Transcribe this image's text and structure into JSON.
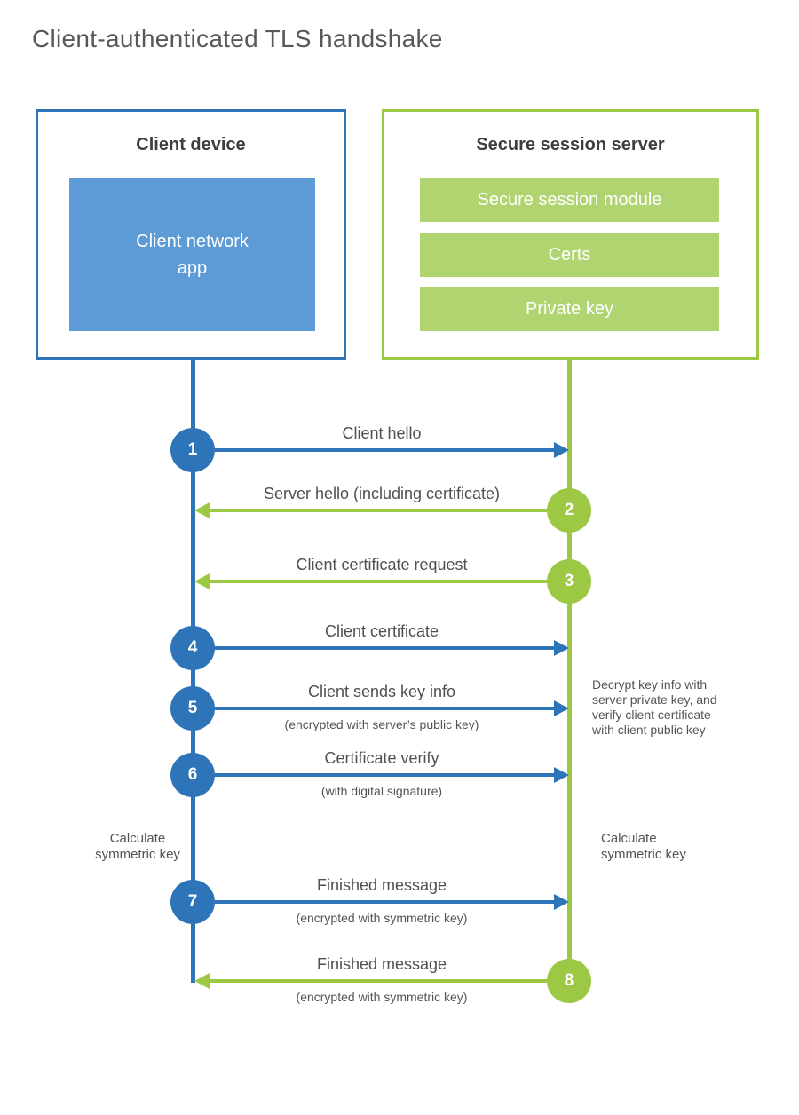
{
  "title": "Client-authenticated TLS handshake",
  "colors": {
    "blue": "#2e74b8",
    "blue_light": "#5c9bd5",
    "green": "#9cc843",
    "green_light": "#afd470",
    "text_dark": "#3d3e40",
    "text_gray": "#545456"
  },
  "client": {
    "title": "Client device",
    "app_line1": "Client network",
    "app_line2": "app"
  },
  "server": {
    "title": "Secure session server",
    "modules": [
      "Secure session module",
      "Certs",
      "Private key"
    ]
  },
  "messages": [
    {
      "num": "1",
      "label": "Client hello",
      "from": "client",
      "to": "server",
      "direction": "right",
      "color": "blue"
    },
    {
      "num": "2",
      "label": "Server hello (including certificate)",
      "from": "server",
      "to": "client",
      "direction": "left",
      "color": "green"
    },
    {
      "num": "3",
      "label": "Client certificate request",
      "from": "server",
      "to": "client",
      "direction": "left",
      "color": "green"
    },
    {
      "num": "4",
      "label": "Client certificate",
      "from": "client",
      "to": "server",
      "direction": "right",
      "color": "blue"
    },
    {
      "num": "5",
      "label": "Client sends key info",
      "sub": "(encrypted with server’s public key)",
      "from": "client",
      "to": "server",
      "direction": "right",
      "color": "blue"
    },
    {
      "num": "6",
      "label": "Certificate verify",
      "sub": "(with digital signature)",
      "from": "client",
      "to": "server",
      "direction": "right",
      "color": "blue"
    },
    {
      "num": "7",
      "label": "Finished message",
      "sub": "(encrypted with symmetric key)",
      "from": "client",
      "to": "server",
      "direction": "right",
      "color": "blue"
    },
    {
      "num": "8",
      "label": "Finished message",
      "sub": "(encrypted with symmetric key)",
      "from": "server",
      "to": "client",
      "direction": "left",
      "color": "green"
    }
  ],
  "annotations": {
    "decrypt_note_lines": [
      "Decrypt key info with",
      "server private key, and",
      "verify client certificate",
      "with client public key"
    ],
    "calculate_left_lines": [
      "Calculate",
      "symmetric key"
    ],
    "calculate_right_lines": [
      "Calculate",
      "symmetric key"
    ]
  }
}
